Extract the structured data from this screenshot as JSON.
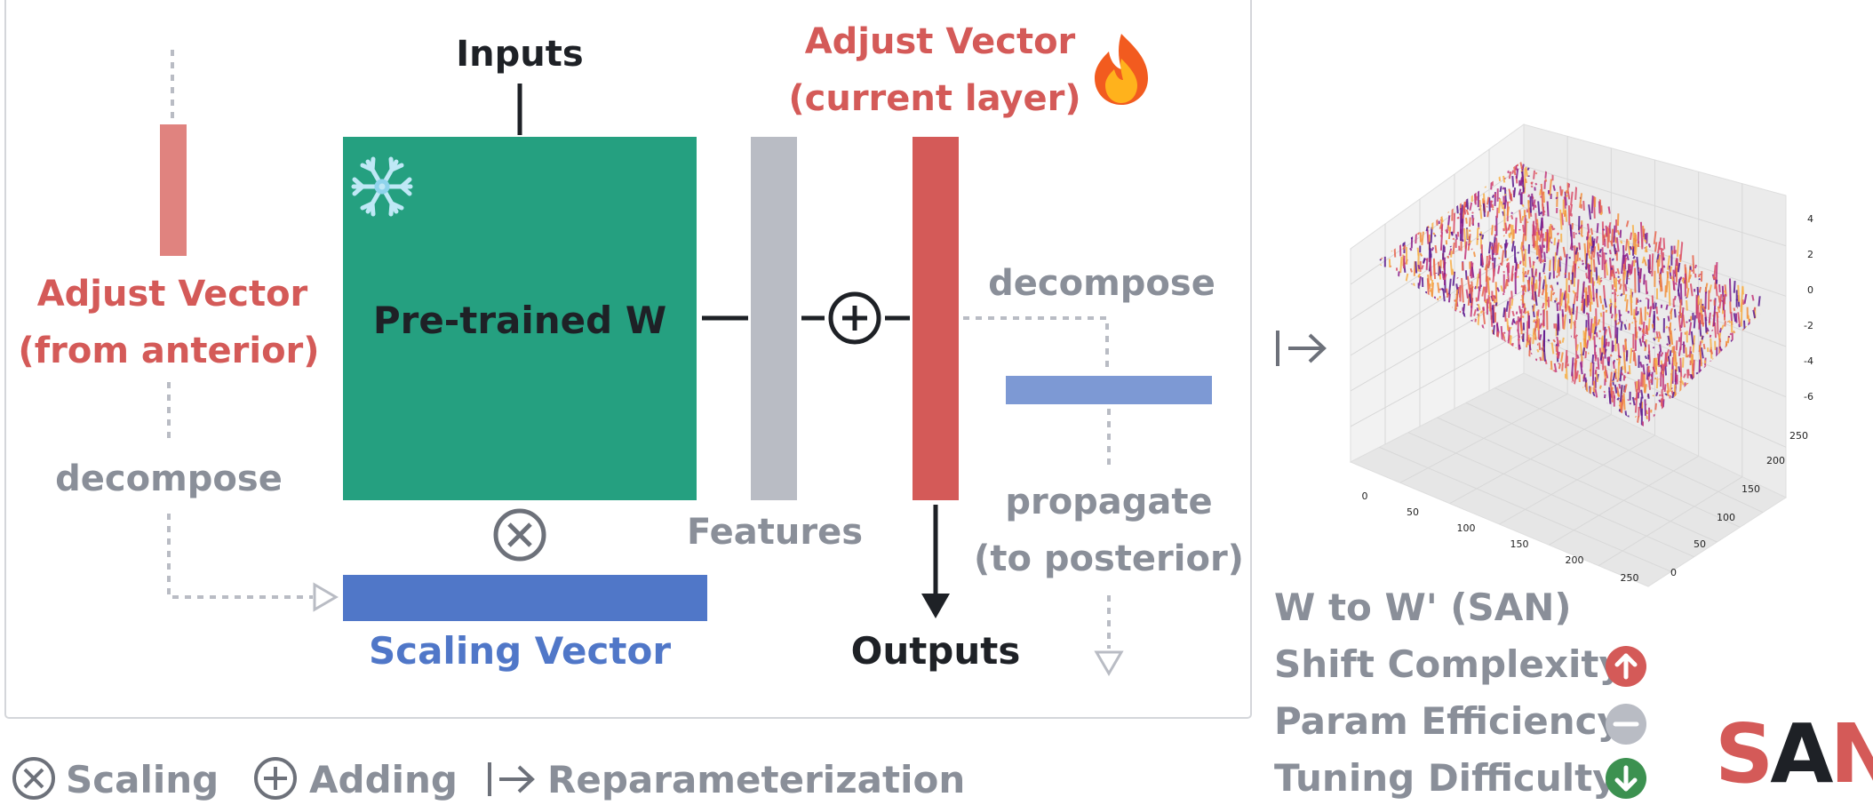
{
  "diagram": {
    "inputs": "Inputs",
    "outputs": "Outputs",
    "pretrained": "Pre-trained W",
    "features": "Features",
    "scaling_vector": "Scaling Vector",
    "adjust_anterior": [
      "Adjust Vector",
      "(from anterior)"
    ],
    "adjust_current": [
      "Adjust Vector",
      "(current layer)"
    ],
    "decompose_left": "decompose",
    "decompose_right": "decompose",
    "propagate": [
      "propagate",
      "(to posterior)"
    ]
  },
  "legend": {
    "scaling": "Scaling",
    "adding": "Adding",
    "reparam": "Reparameterization"
  },
  "properties": {
    "title": "W to W' (SAN)",
    "items": [
      {
        "label": "Shift Complexity",
        "status": "up",
        "color": "#d45a58"
      },
      {
        "label": "Param Efficiency",
        "status": "neutral",
        "color": "#b9bcc4"
      },
      {
        "label": "Tuning Difficulty",
        "status": "down",
        "color": "#3c9150"
      }
    ]
  },
  "logo": {
    "part1": "S",
    "part2": "A",
    "part3": "N"
  },
  "plot3d": {
    "x_ticks": [
      "0",
      "50",
      "100",
      "150",
      "200",
      "250"
    ],
    "y_ticks": [
      "0",
      "50",
      "100",
      "150",
      "200",
      "250"
    ],
    "z_ticks": [
      "4",
      "2",
      "0",
      "-2",
      "-4",
      "-6"
    ]
  },
  "colors": {
    "green": "#25a080",
    "red": "#d45a58",
    "lightred": "#e0837f",
    "gray": "#b9bcc4",
    "blue": "#5077c8",
    "lightblue": "#7d99d4",
    "text_gray": "#8a8f99",
    "dark": "#1e2126"
  }
}
